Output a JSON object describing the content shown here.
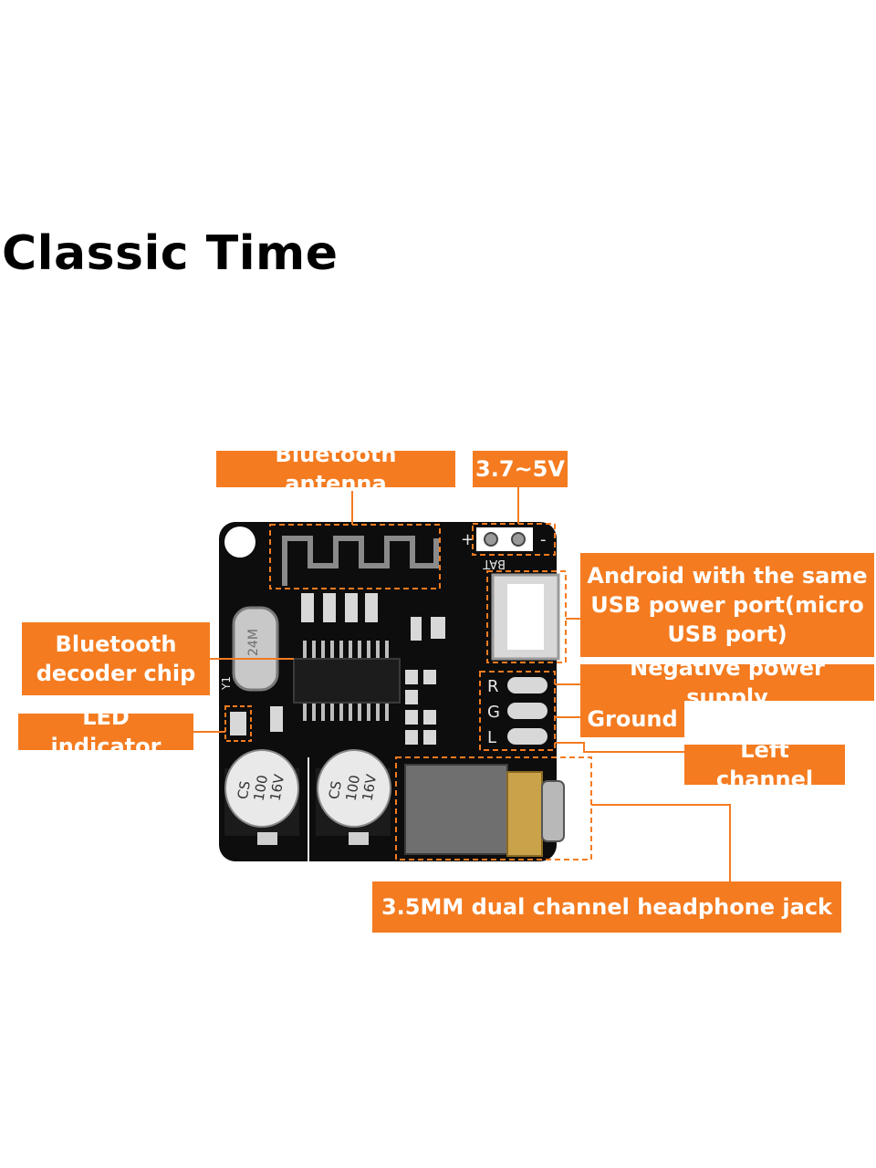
{
  "title": "Classic Time",
  "board": {
    "silkscreen": {
      "plus": "+",
      "minus": "-",
      "bat": "BAT",
      "pin_r": "R",
      "pin_g": "G",
      "pin_l": "L",
      "crystal": "24M",
      "y1": "Y1",
      "cap_rating": [
        "CS",
        "100",
        "16V"
      ]
    }
  },
  "labels": {
    "antenna": "Bluetooth antenna",
    "voltage": "3.7~5V",
    "usb": "Android with the same USB power port(micro USB port)",
    "negative": "Negative power supply",
    "ground": "Ground",
    "left": "Left channel",
    "decoder": "Bluetooth decoder chip",
    "led": "LED indicator",
    "jack": "3.5MM dual channel headphone jack"
  },
  "colors": {
    "accent": "#f47b20",
    "board": "#0d0d0d",
    "silkscreen": "#e8e8e8",
    "chip": "#1c1c1c",
    "jack_body": "#6f6f6f",
    "jack_gold": "#c9a24a"
  }
}
